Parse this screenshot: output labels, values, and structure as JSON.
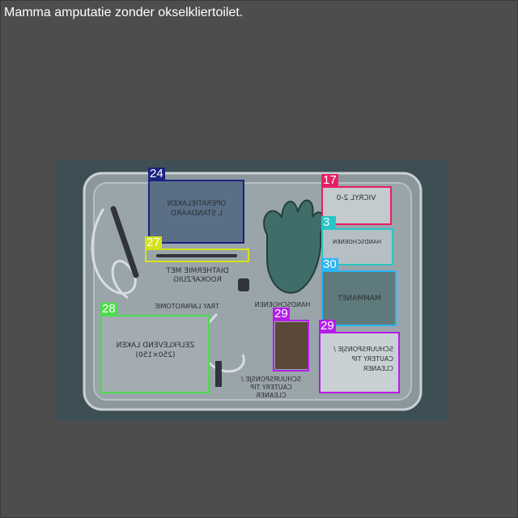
{
  "header": {
    "title": "Mamma amputatie zonder okselkliertoilet."
  },
  "image": {
    "items": [
      {
        "key": "operatielaken",
        "tag": "24",
        "color": "#1a237e",
        "print": "OPERATIELAKEN L STANDAARD"
      },
      {
        "key": "vicryl",
        "tag": "17",
        "color": "#e91e63",
        "print": "VICRYL 2-0"
      },
      {
        "key": "handschoenen-pak",
        "tag": "3",
        "color": "#26c6c6",
        "print": "HANDSCHOENEN"
      },
      {
        "key": "diathermie",
        "tag": "27",
        "color": "#d4e31a",
        "print": "DIATHERMIE MET ROOKAFZUIG"
      },
      {
        "key": "mammanet",
        "tag": "30",
        "color": "#29b6f6",
        "print": "MAMMANET"
      },
      {
        "key": "zelfklevend-laken",
        "tag": "28",
        "color": "#4cdc4c",
        "print": "ZELFKLEVEND LAKEN (250×150)"
      },
      {
        "key": "schuursponsje",
        "tag": "29",
        "color": "#b41ee6",
        "print": ""
      },
      {
        "key": "schuursponsje-pak",
        "tag": "29",
        "color": "#b41ee6",
        "print": "SCHUURSPONSJE / CAUTERY TIP CLEANER"
      }
    ],
    "tray_labels": {
      "tray": "TRAY LAPAROTOMIE",
      "gloves": "HANDSCHOENEN",
      "cleaner": "SCHUURSPONSJE / CAUTERY TIP CLEANER"
    }
  }
}
